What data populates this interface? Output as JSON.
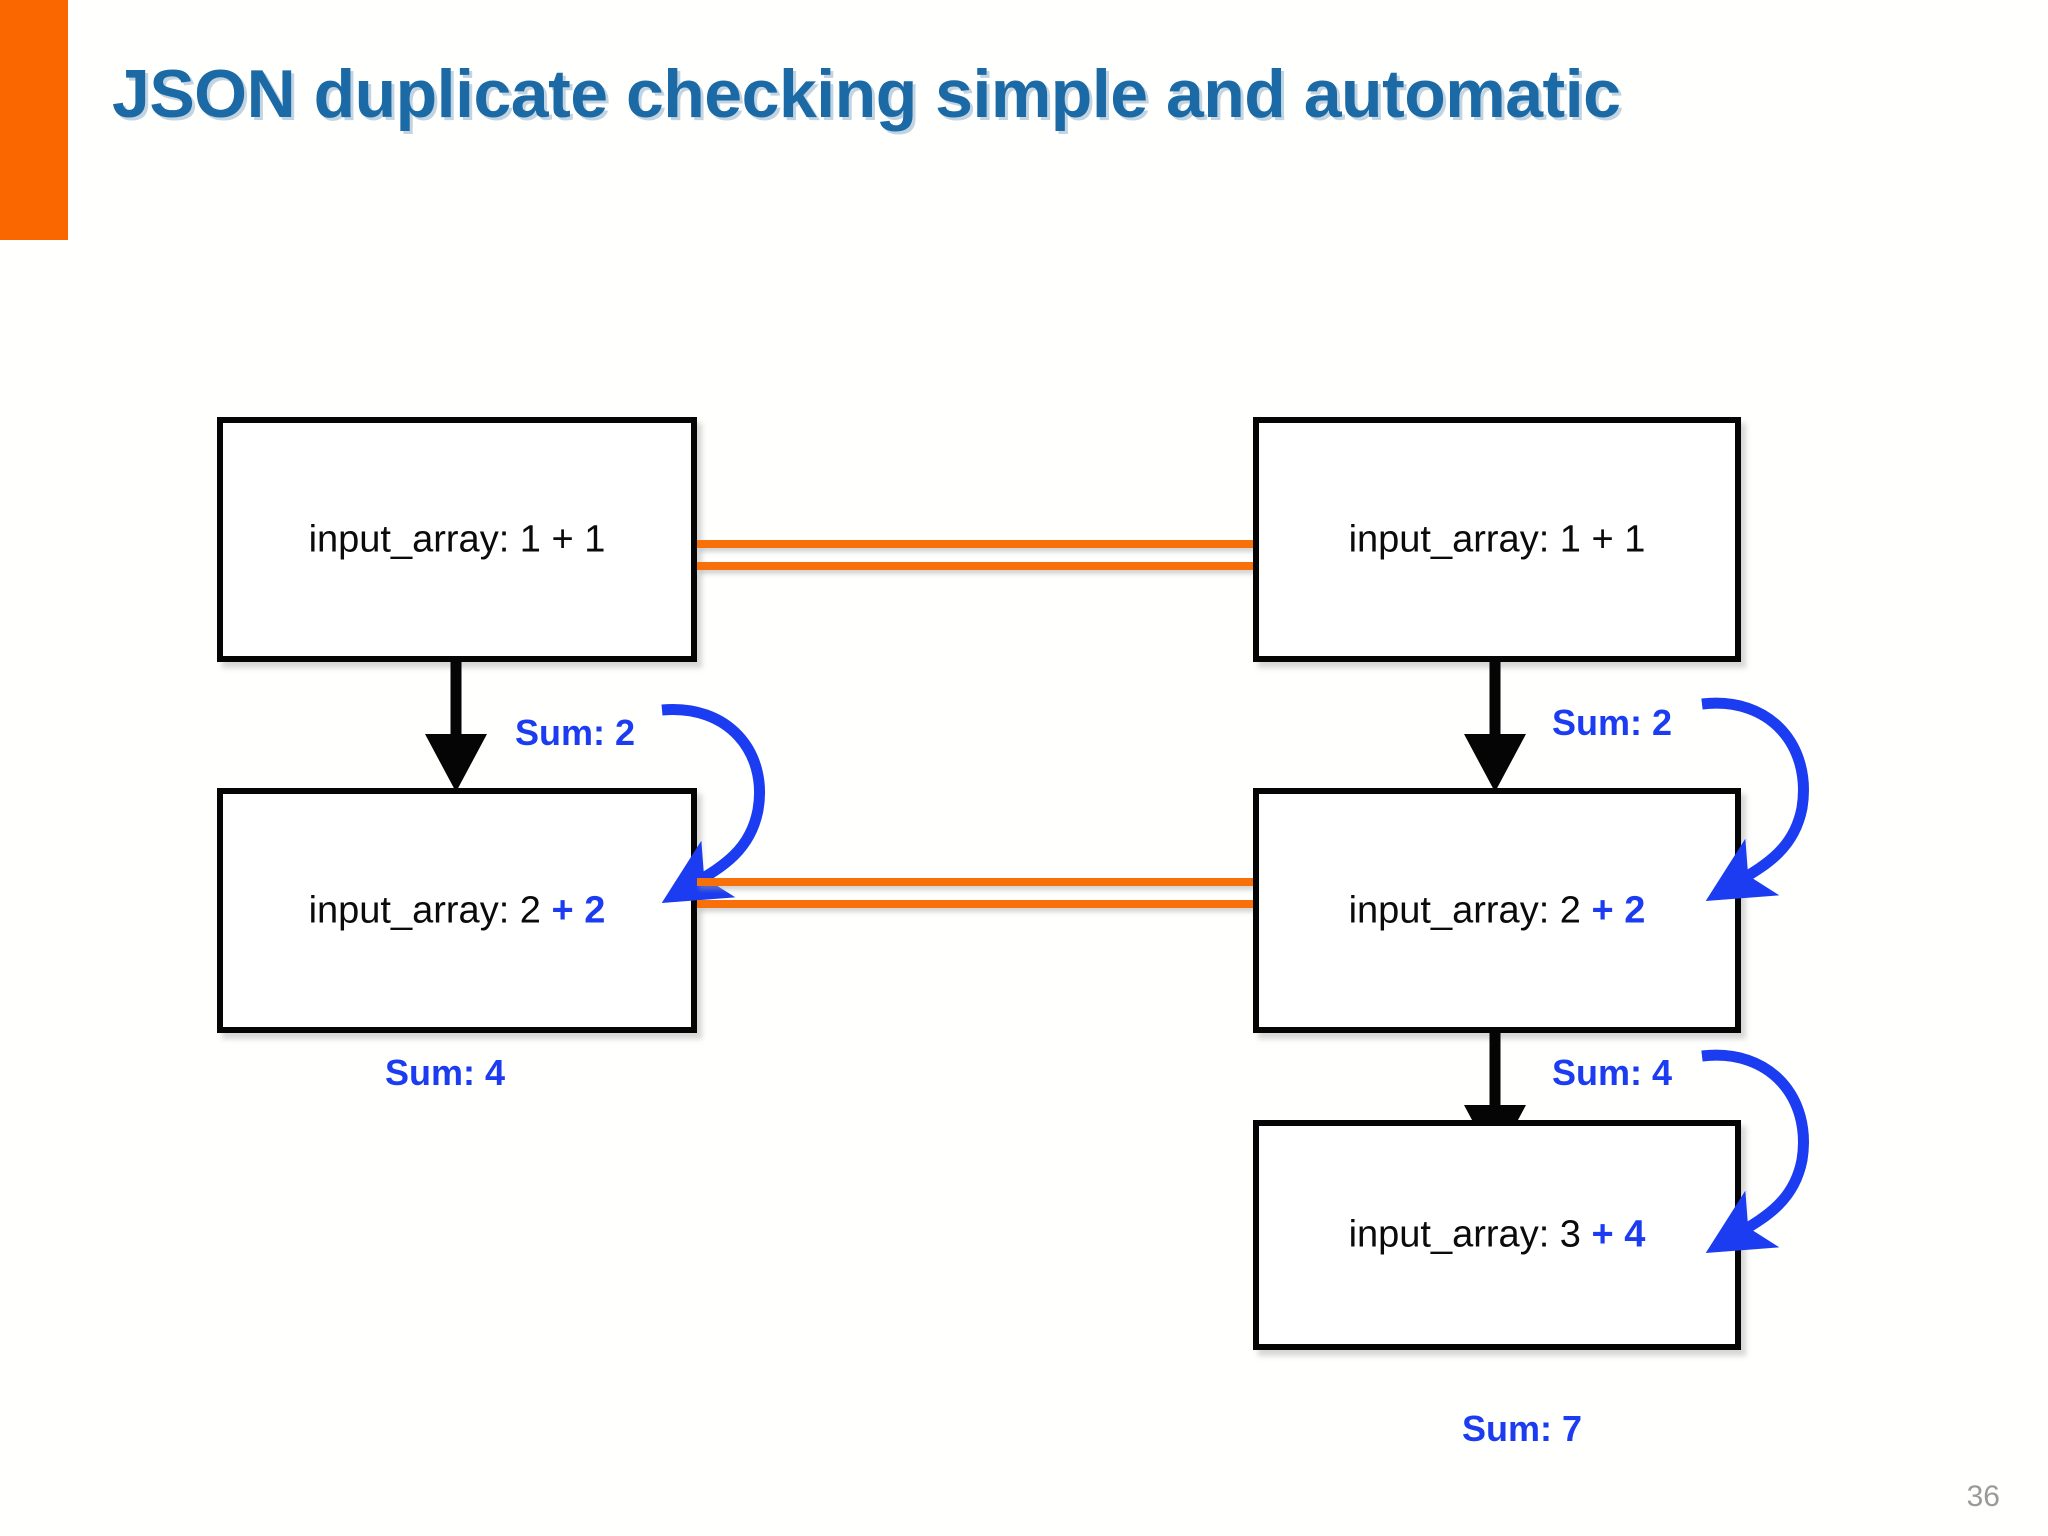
{
  "slide": {
    "title": "JSON duplicate checking simple and automatic",
    "page_number": "36",
    "accent_color": "#FA6600",
    "title_color": "#1B6AA5",
    "link_color": "#F7700A",
    "highlight_color": "#1B3CF0"
  },
  "diagram": {
    "type": "flow",
    "left_column": {
      "nodes": [
        {
          "id": "left-node-1",
          "prefix": "input_array: 1",
          "suffix": " + 1",
          "suffix_highlighted": false
        },
        {
          "id": "left-node-2",
          "prefix": "input_array: 2",
          "suffix": " + 2",
          "suffix_highlighted": true
        }
      ],
      "sum_annotations": [
        {
          "id": "left-sum-2",
          "label": "Sum: 2",
          "has_curve_arrow": true
        },
        {
          "id": "left-sum-4",
          "label": "Sum: 4",
          "has_curve_arrow": false
        }
      ]
    },
    "right_column": {
      "nodes": [
        {
          "id": "right-node-1",
          "prefix": "input_array: 1",
          "suffix": " + 1",
          "suffix_highlighted": false
        },
        {
          "id": "right-node-2",
          "prefix": "input_array: 2",
          "suffix": " + 2",
          "suffix_highlighted": true
        },
        {
          "id": "right-node-3",
          "prefix": "input_array: 3",
          "suffix": " + 4",
          "suffix_highlighted": true
        }
      ],
      "sum_annotations": [
        {
          "id": "right-sum-2",
          "label": "Sum: 2",
          "has_curve_arrow": true
        },
        {
          "id": "right-sum-4",
          "label": "Sum: 4",
          "has_curve_arrow": true
        },
        {
          "id": "right-sum-7",
          "label": "Sum: 7",
          "has_curve_arrow": false
        }
      ]
    },
    "duplicate_links": [
      {
        "id": "dup-link-row-1",
        "style": "double-orange-line"
      },
      {
        "id": "dup-link-row-2",
        "style": "double-orange-line"
      }
    ]
  }
}
